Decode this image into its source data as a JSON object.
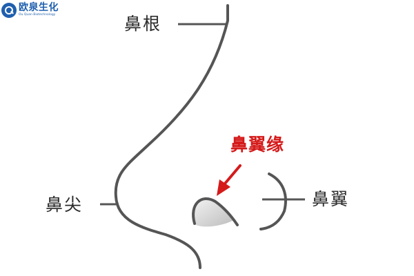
{
  "brand": {
    "logo_icon": "q-circle-logo-icon",
    "name": "欧泉生化",
    "subtitle": "Ou Quan Biotechnology"
  },
  "labels": {
    "nasal_root": "鼻根",
    "nasal_tip": "鼻尖",
    "alar_rim": "鼻翼缘",
    "nasal_ala": "鼻翼"
  },
  "colors": {
    "line": "#555555",
    "highlight": "#d51a1a",
    "brand": "#1f5fae",
    "nostril_fill": "#d4d4d4"
  }
}
